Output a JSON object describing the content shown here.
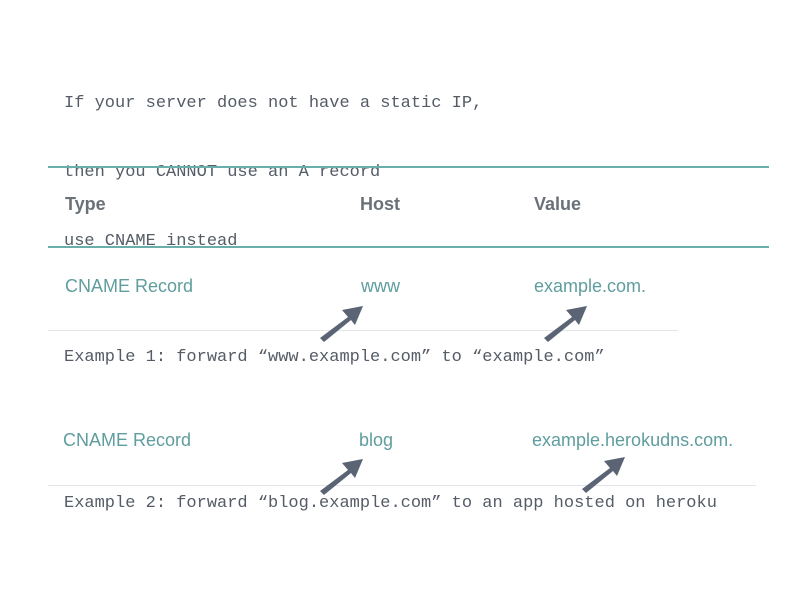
{
  "note": {
    "lines": [
      "If your server does not have a static IP,",
      "then you CANNOT use an A record",
      "use CNAME instead"
    ]
  },
  "table": {
    "headers": [
      "Type",
      "Host",
      "Value"
    ],
    "rows": [
      {
        "type": "CNAME Record",
        "host": "www",
        "value": "example.com.",
        "caption": "Example 1: forward “www.example.com” to “example.com”"
      },
      {
        "type": "CNAME Record",
        "host": "blog",
        "value": "example.herokudns.com.",
        "caption": "Example 2: forward “blog.example.com” to an app hosted on heroku"
      }
    ]
  },
  "colors": {
    "teal_rule": "#6aaeac",
    "cell_text": "#5f9d9e",
    "header_text": "#6b7179",
    "mono_text": "#555c66",
    "arrow": "#5b6474"
  },
  "icons": {
    "pointer": "arrow-up-right-icon"
  }
}
